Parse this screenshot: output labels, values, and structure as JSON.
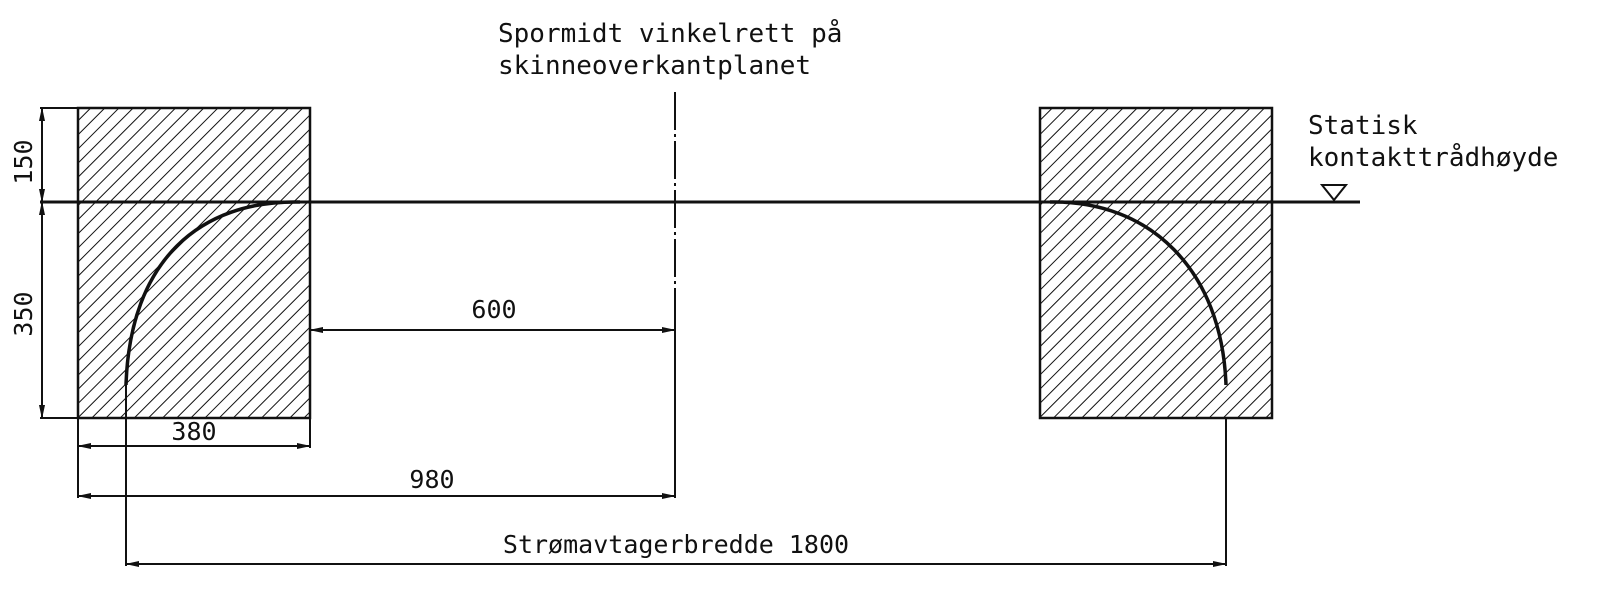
{
  "diagram": {
    "centerline_label": {
      "line1": "Spormidt vinkelrett på",
      "line2": "skinneoverkantplanet"
    },
    "height_label": {
      "line1": "Statisk",
      "line2": "kontakttrådhøyde"
    },
    "dimensions": {
      "upper_height": "150",
      "lower_height": "350",
      "horn_width": "380",
      "gap_to_center": "600",
      "half_width": "980",
      "pantograph_width": "Strømavtagerbredde 1800"
    },
    "colors": {
      "line": "#111111",
      "background": "#ffffff"
    }
  }
}
